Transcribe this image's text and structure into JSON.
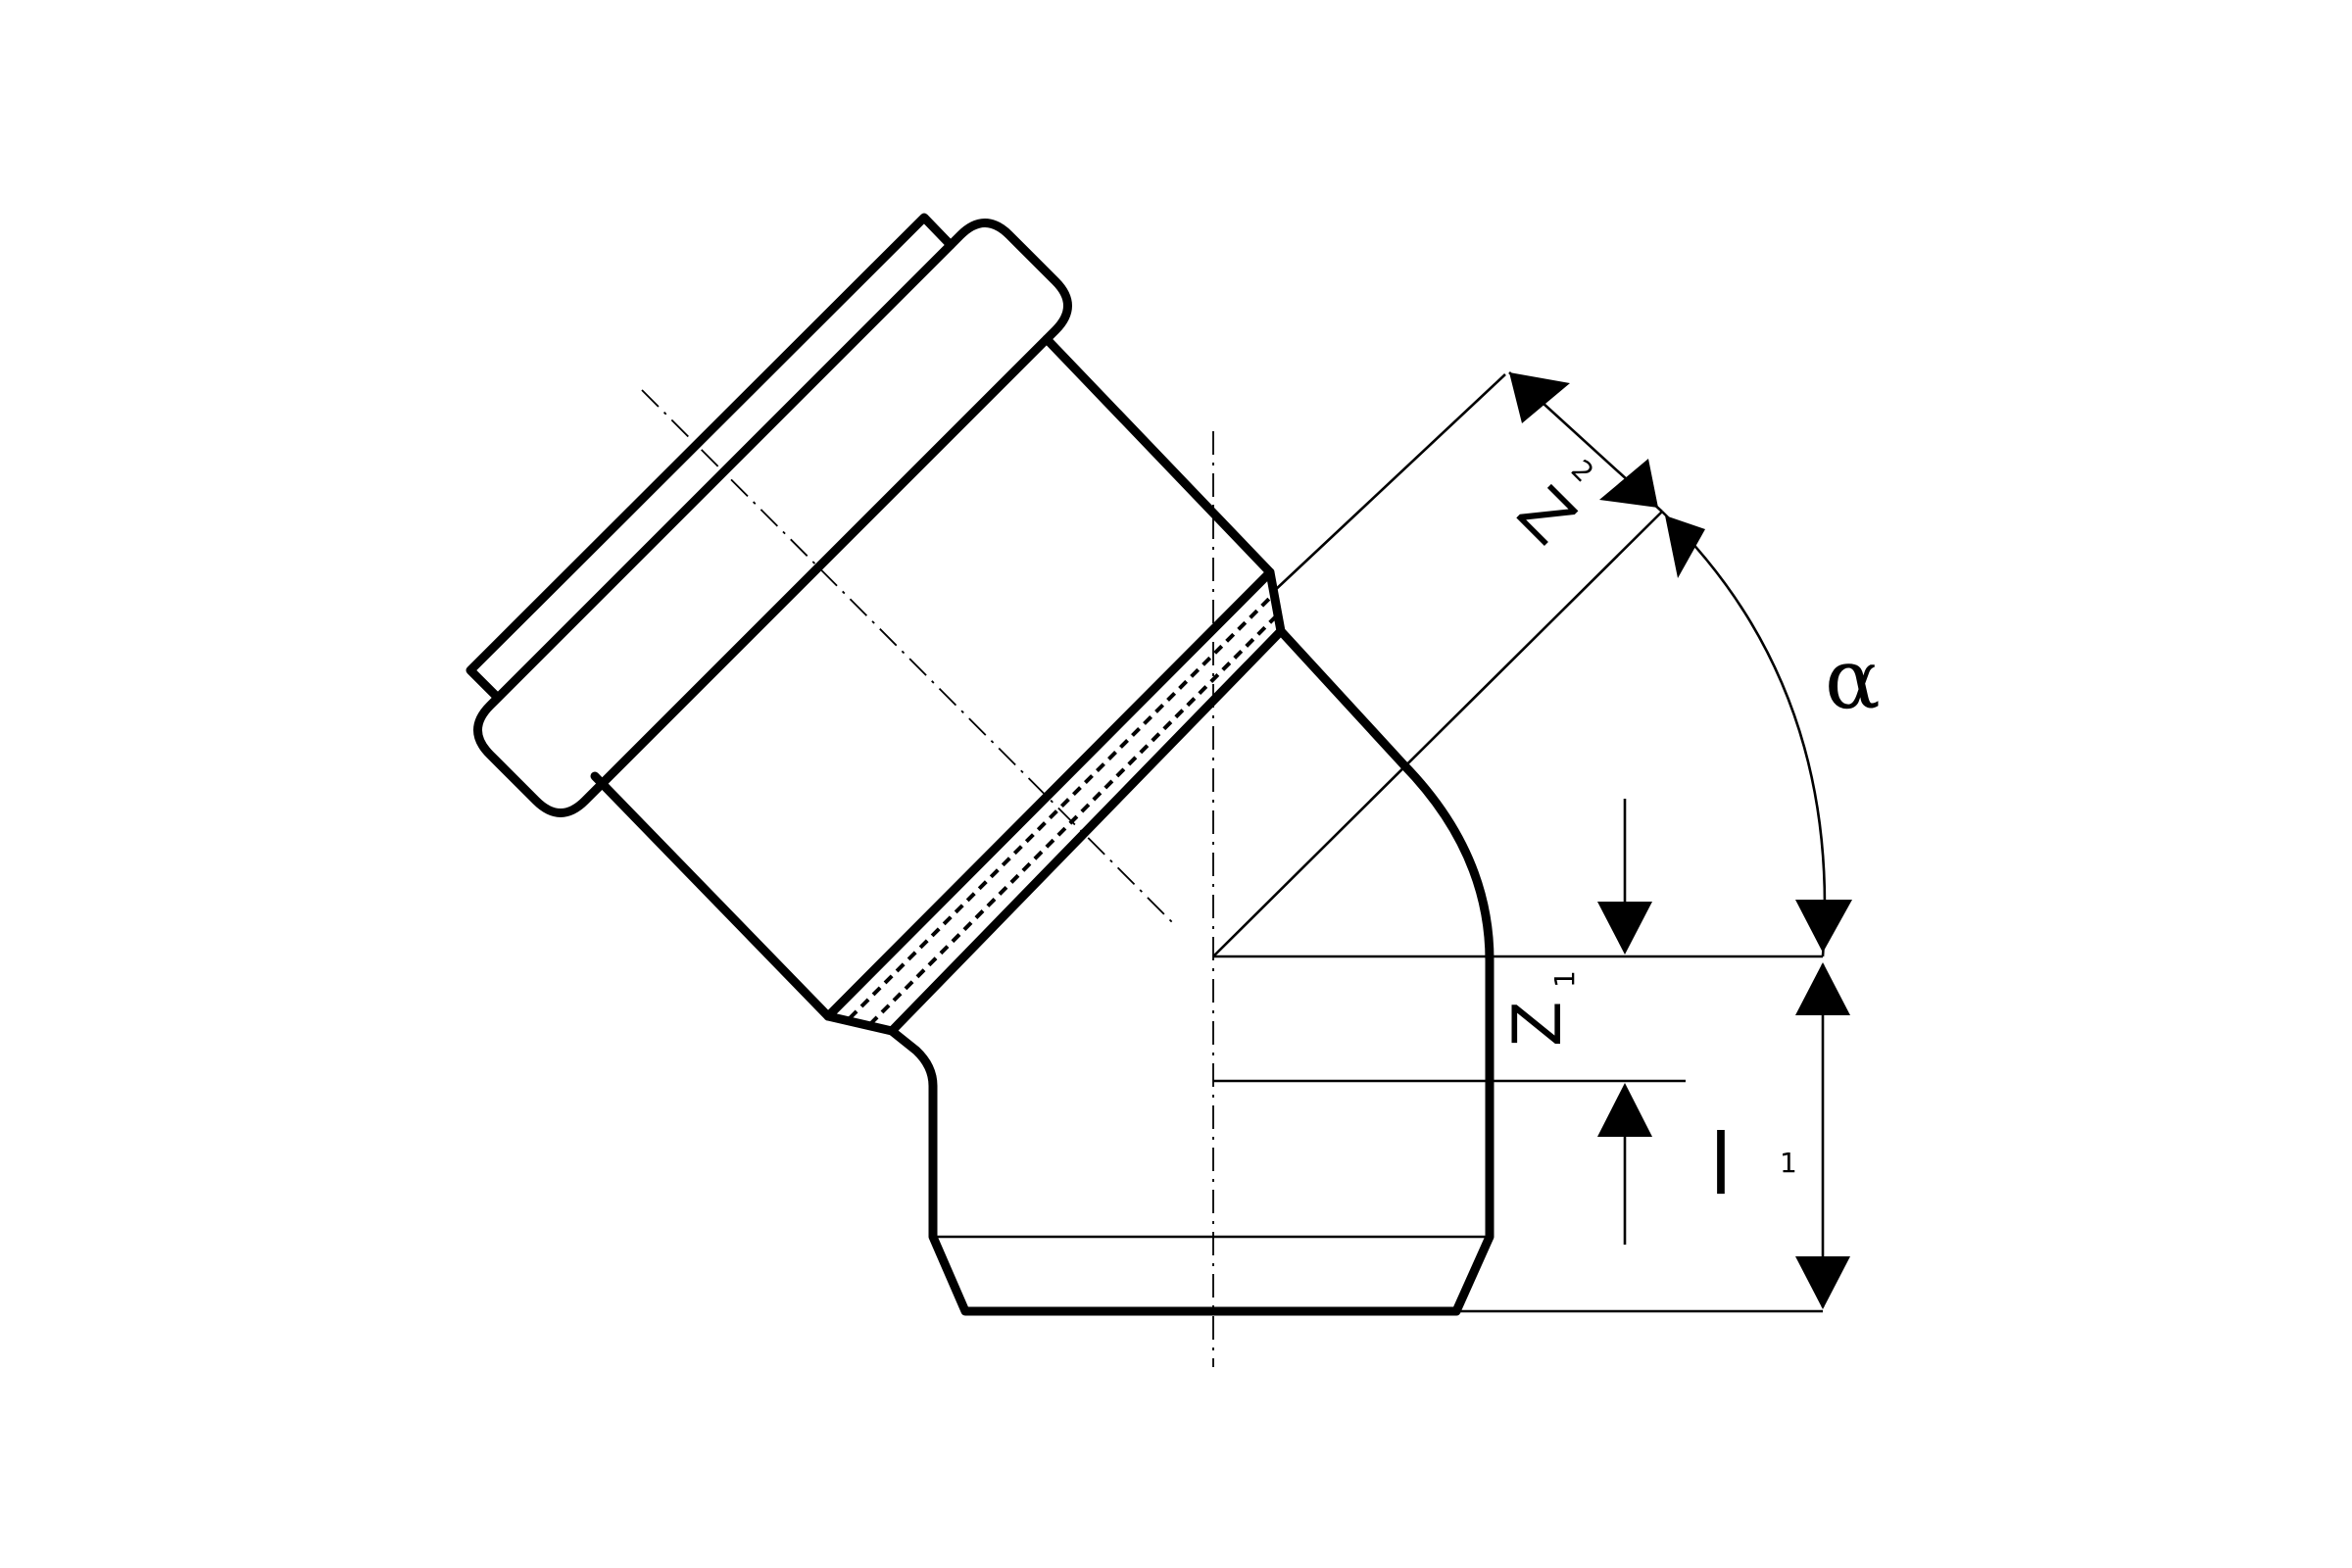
{
  "labels": {
    "z1": "Z",
    "z1_sub": "1",
    "z2": "Z",
    "z2_sub": "2",
    "l1": "l",
    "l1_sub": "1",
    "alpha": "α"
  }
}
